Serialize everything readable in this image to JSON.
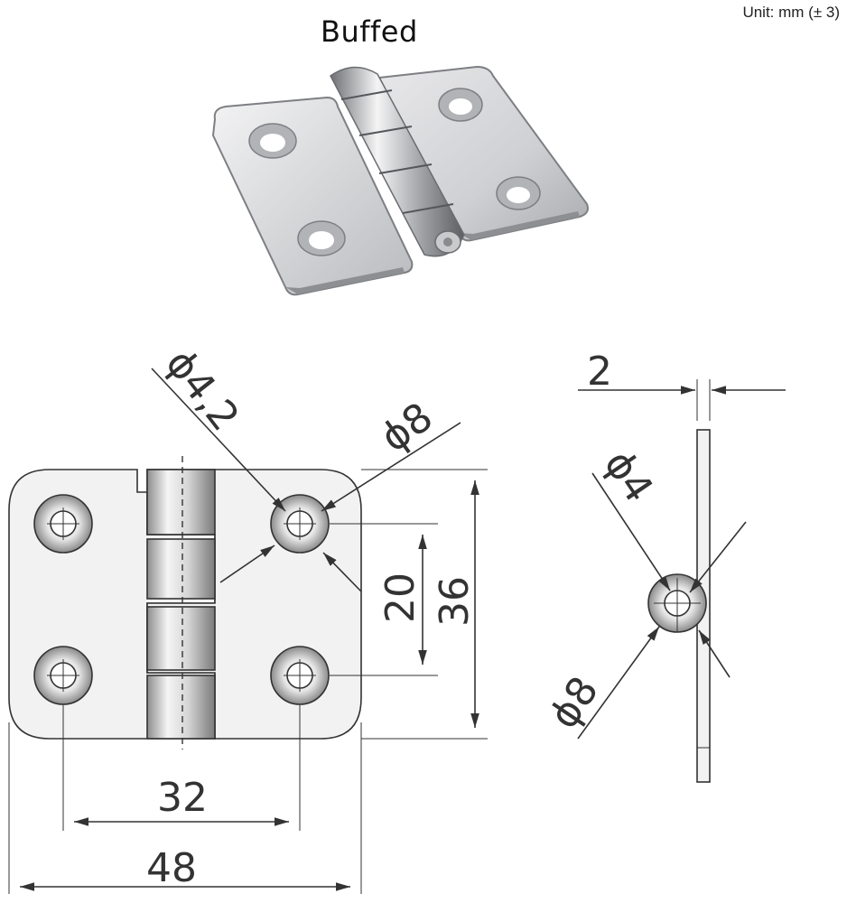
{
  "header": {
    "title": "Buffed",
    "unit_note": "Unit: mm (± 3)"
  },
  "drawing": {
    "hole_diameter": "ϕ4,2",
    "countersink_diameter": "ϕ8",
    "hole_spacing_width": "32",
    "overall_width": "48",
    "hole_spacing_height": "20",
    "overall_height": "36",
    "thickness": "2",
    "pin_diameter": "ϕ4",
    "side_countersink_diameter": "ϕ8"
  },
  "colors": {
    "metal_light": "#e4e4e6",
    "metal_dark": "#8a8c90",
    "line": "#333333",
    "drawing_fill": "#f2f2f2"
  }
}
